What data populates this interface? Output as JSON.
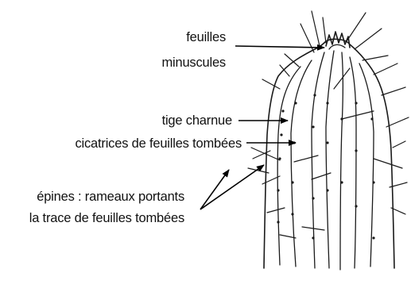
{
  "labels": {
    "leaves_line1": "feuilles",
    "leaves_line2": "minuscules",
    "fleshy_stem": "tige charnue",
    "leaf_scars": "cicatrices de feuilles tombées",
    "spines_line1": "épines : rameaux portants",
    "spines_line2": "la trace de feuilles tombées"
  },
  "colors": {
    "ink": "#111111",
    "background": "#ffffff"
  }
}
